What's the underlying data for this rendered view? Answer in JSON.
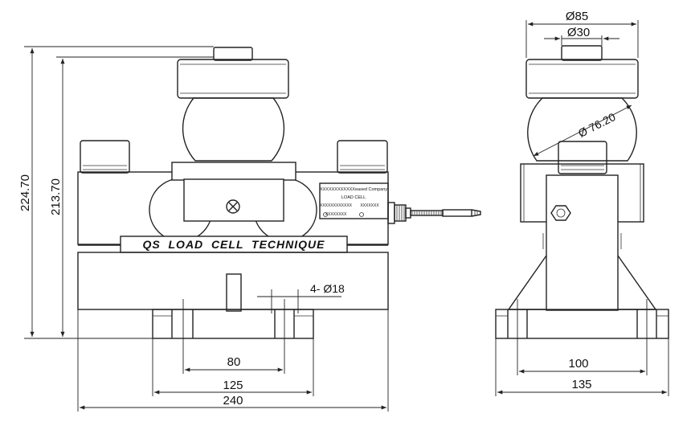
{
  "front_view": {
    "band_text": "QS  LOAD  CELL  TECHNIQUE",
    "label_plate": {
      "company": "XXXXXXXXXXXXeased Company",
      "product": "LOAD CELL",
      "line_a": "XXXXXXXXXXXX",
      "line_b": "XXXXXXX",
      "line_c": "XXXXXXXX"
    },
    "dimensions": {
      "total_height": "224.70",
      "seat_height": "213.70",
      "hole_spec": "4- Ø18",
      "hole_spacing": "80",
      "base_width": "125",
      "body_length": "240"
    }
  },
  "side_view": {
    "dimensions": {
      "cap_diameter": "Ø85",
      "pin_diameter": "Ø30",
      "ball_diameter": "Ø 76.20",
      "hole_spacing": "100",
      "base_width": "135"
    }
  }
}
